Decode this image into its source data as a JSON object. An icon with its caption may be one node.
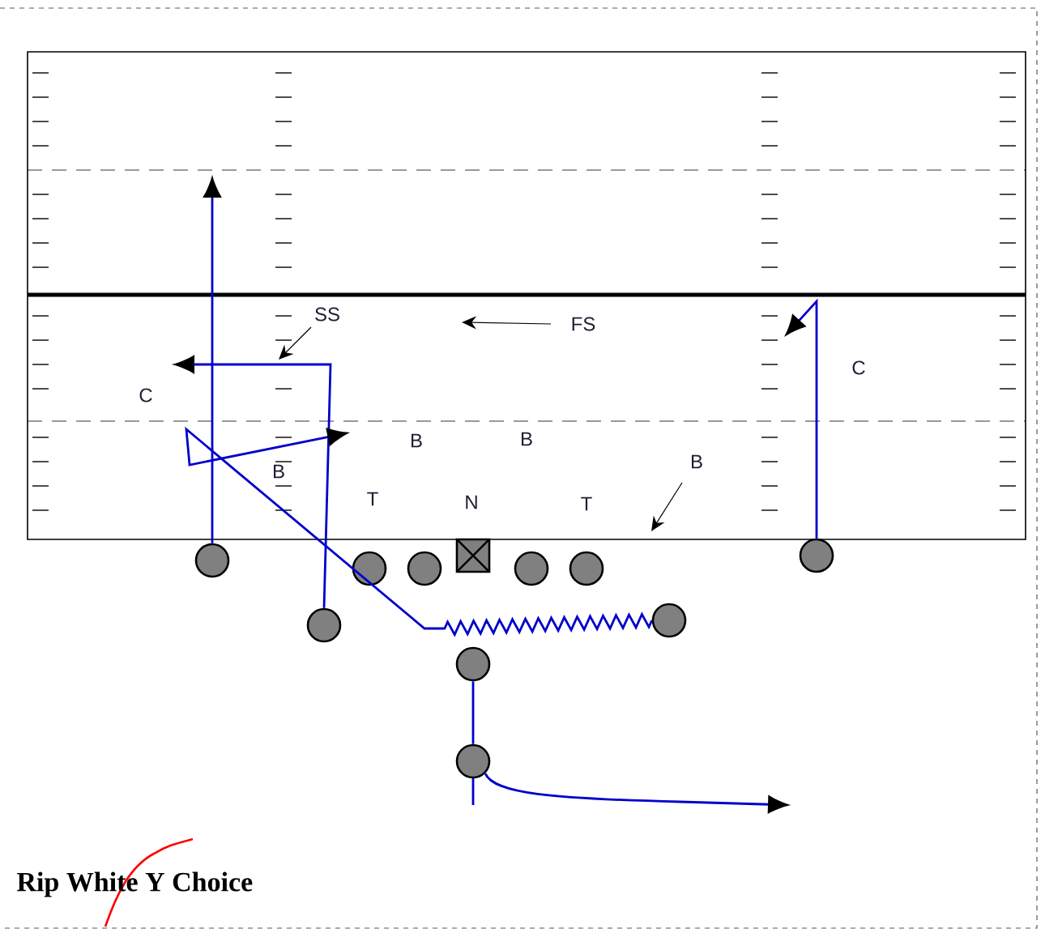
{
  "diagram": {
    "title": "Rip White Y Choice",
    "nodes": [
      {
        "text": [],
        "shape": "circle"
      },
      {
        "text": [],
        "shape": "circle"
      },
      {
        "text": [],
        "shape": "circle"
      },
      {
        "text": [],
        "shape": "box"
      },
      {
        "text": [],
        "shape": "circle"
      },
      {
        "text": [],
        "shape": "circle"
      },
      {
        "text": [],
        "shape": "circle"
      },
      {
        "text": [],
        "shape": "circle"
      },
      {
        "text": [],
        "shape": "circle"
      },
      {
        "text": [],
        "shape": "circle"
      },
      {
        "text": [],
        "shape": "circle"
      }
    ],
    "edges": [
      {
        "from": 0,
        "to": null,
        "arrow": "to"
      },
      {
        "from": 6,
        "to": null,
        "arrow": "to"
      },
      {
        "from": 7,
        "to": null,
        "arrow": "to"
      },
      {
        "from": 8,
        "to": null,
        "arrow": "to"
      },
      {
        "from": 9,
        "to": 10,
        "arrow": "none"
      },
      {
        "from": 10,
        "to": null,
        "arrow": "to"
      }
    ],
    "labels": [
      "SS",
      "FS",
      "C",
      "C",
      "B",
      "B",
      "B",
      "B",
      "T",
      "N",
      "T"
    ]
  }
}
